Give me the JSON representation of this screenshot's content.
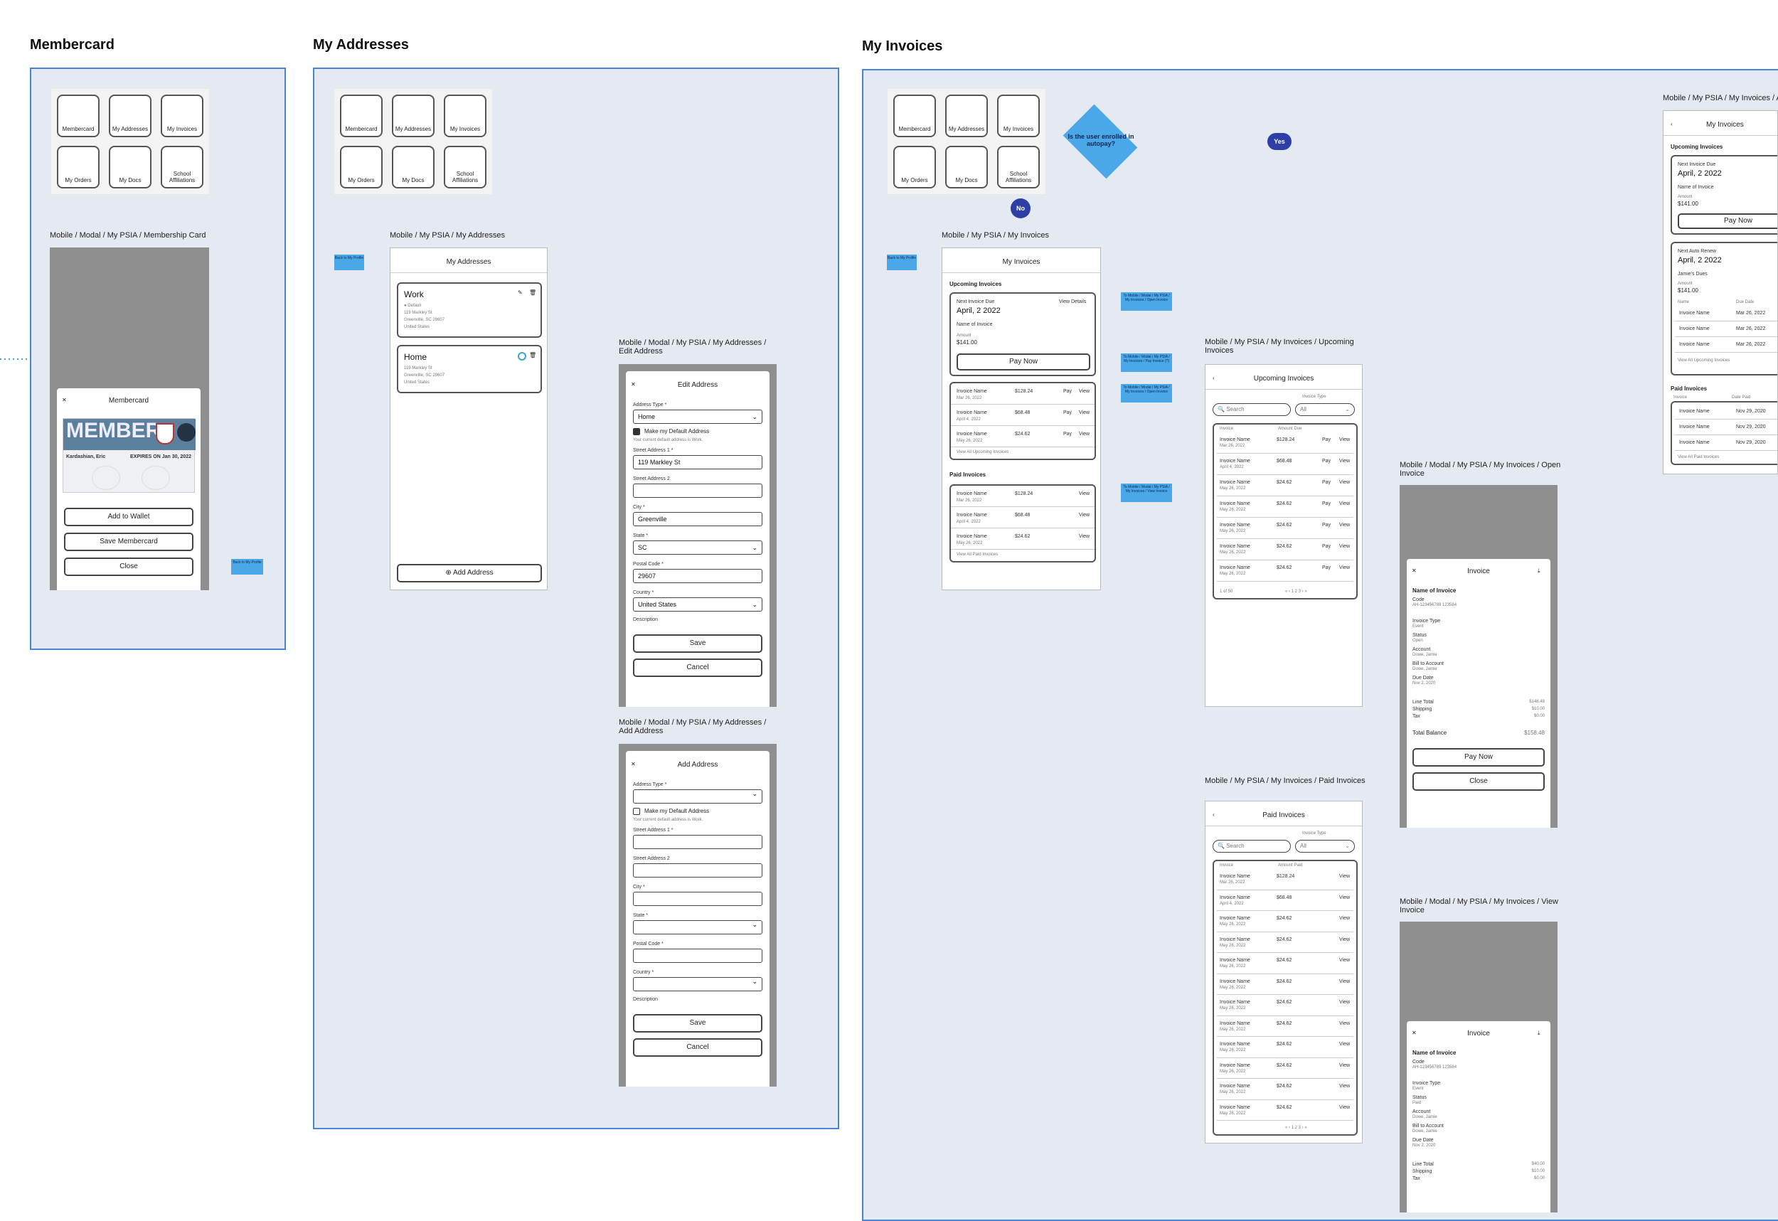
{
  "sections": {
    "membercard": "Membercard",
    "addresses": "My Addresses",
    "invoices": "My Invoices"
  },
  "tiles": [
    "Membercard",
    "My Addresses",
    "My Invoices",
    "My Orders",
    "My Docs",
    "School Affiliations"
  ],
  "membercard": {
    "path": "Mobile / Modal /  My PSIA / Membership Card",
    "modal_title": "Membercard",
    "card_word": "MEMBER",
    "expires": "EXPIRES ON Jan 30, 2022",
    "name": "Kardashian, Eric",
    "buttons": [
      "Add to Wallet",
      "Save Membercard",
      "Close"
    ],
    "sticky": "Back to My Profile"
  },
  "addresses": {
    "path": "Mobile /  My PSIA / My Addresses",
    "screen_title": "My Addresses",
    "sticky": "Back to My Profile",
    "work": {
      "title": "Work",
      "default": "Default",
      "lines": [
        "119 Markley St",
        "Greenville, SC 29607",
        "United States"
      ]
    },
    "home": {
      "title": "Home",
      "lines": [
        "119 Markley St",
        "Greenville, SC 29607",
        "United States"
      ]
    },
    "add_button": "Add Address",
    "edit": {
      "path": "Mobile / Modal / My PSIA / My Addresses / Edit Address",
      "title": "Edit Address",
      "address_type_label": "Address Type *",
      "address_type_value": "Home",
      "default_label": "Make my Default Address",
      "default_hint": "Your current default address is Work.",
      "street1_label": "Street Address 1 *",
      "street1_value": "119 Markley St",
      "street2_label": "Street Address 2",
      "city_label": "City *",
      "city_value": "Greenville",
      "state_label": "State *",
      "state_value": "SC",
      "postal_label": "Postal Code *",
      "postal_value": "29607",
      "country_label": "Country *",
      "country_value": "United States",
      "description_label": "Description",
      "save": "Save",
      "cancel": "Cancel"
    },
    "add": {
      "path": "Mobile / Modal / My PSIA / My Addresses / Add Address",
      "title": "Add Address",
      "address_type_label": "Address Type *",
      "default_label": "Make my Default Address",
      "default_hint": "Your current default address is Work.",
      "street1_label": "Street Address 1 *",
      "street2_label": "Street Address 2",
      "city_label": "City *",
      "state_label": "State *",
      "postal_label": "Postal Code *",
      "country_label": "Country *",
      "description_label": "Description",
      "save": "Save",
      "cancel": "Cancel"
    }
  },
  "invoices": {
    "decision": "Is the user enrolled in autopay?",
    "yes": "Yes",
    "no": "No",
    "path": "Mobile /  My PSIA / My Invoices",
    "screen_title": "My Invoices",
    "sticky_back": "Back to My Profile",
    "upcoming_heading": "Upcoming Invoices",
    "next_due_label": "Next Invoice Due",
    "next_due_date": "April, 2 2022",
    "view_details": "View Details",
    "name_of_invoice": "Name of Invoice",
    "amount_label": "Amount",
    "amount_value": "$141.00",
    "pay_now": "Pay Now",
    "sticky_open": "To Mobile / Modal / My PSIA / My Invoices / Open Invoice",
    "sticky_pay": "To Mobile / Modal / My PSIA / My Invoices / Pay Invoice (?)",
    "sticky_view": "To Mobile / Modal / My PSIA / My Invoices / View Invoice",
    "upcoming_rows": [
      {
        "name": "Invoice Name",
        "date": "Mar 26, 2022",
        "amount": "$128.24"
      },
      {
        "name": "Invoice Name",
        "date": "April 4, 2022",
        "amount": "$68.48"
      },
      {
        "name": "Invoice Name",
        "date": "May 26, 2022",
        "amount": "$24.62"
      }
    ],
    "view_all_upcoming": "View All Upcoming Invoices",
    "paid_heading": "Paid Invoices",
    "paid_rows": [
      {
        "name": "Invoice Name",
        "date": "Mar 26, 2022",
        "amount": "$128.24"
      },
      {
        "name": "Invoice Name",
        "date": "April 4, 2022",
        "amount": "$68.48"
      },
      {
        "name": "Invoice Name",
        "date": "May 26, 2022",
        "amount": "$24.62"
      }
    ],
    "view_all_paid": "View All Paid Invoices",
    "pay": "Pay",
    "view": "View",
    "upcoming_screen": {
      "path": "Mobile /  My PSIA / My Invoices / Upcoming Invoices",
      "title": "Upcoming Invoices",
      "search": "Search",
      "type_label": "Invoice Type",
      "type_value": "All",
      "col_invoice": "Invoice",
      "col_amount": "Amount Due",
      "rows": [
        {
          "name": "Invoice Name",
          "date": "Mar 26, 2022",
          "amount": "$128.24"
        },
        {
          "name": "Invoice Name",
          "date": "April 4, 2022",
          "amount": "$68.48"
        },
        {
          "name": "Invoice Name",
          "date": "May 26, 2022",
          "amount": "$24.62"
        },
        {
          "name": "Invoice Name",
          "date": "May 26, 2022",
          "amount": "$24.62"
        },
        {
          "name": "Invoice Name",
          "date": "May 26, 2022",
          "amount": "$24.62"
        },
        {
          "name": "Invoice Name",
          "date": "May 26, 2022",
          "amount": "$24.62"
        },
        {
          "name": "Invoice Name",
          "date": "May 26, 2022",
          "amount": "$24.62"
        }
      ],
      "pager": "1 of 50"
    },
    "paid_screen": {
      "path": "Mobile /  My PSIA / My Invoices / Paid Invoices",
      "title": "Paid Invoices",
      "search": "Search",
      "type_label": "Invoice Type",
      "type_value": "All",
      "col_invoice": "Invoice",
      "col_amount": "Amount Paid",
      "rows": [
        {
          "name": "Invoice Name",
          "date": "Mar 26, 2022",
          "amount": "$128.24"
        },
        {
          "name": "Invoice Name",
          "date": "April 4, 2022",
          "amount": "$68.48"
        },
        {
          "name": "Invoice Name",
          "date": "May 26, 2022",
          "amount": "$24.62"
        },
        {
          "name": "Invoice Name",
          "date": "May 26, 2022",
          "amount": "$24.62"
        },
        {
          "name": "Invoice Name",
          "date": "May 26, 2022",
          "amount": "$24.62"
        },
        {
          "name": "Invoice Name",
          "date": "May 26, 2022",
          "amount": "$24.62"
        },
        {
          "name": "Invoice Name",
          "date": "May 26, 2022",
          "amount": "$24.62"
        },
        {
          "name": "Invoice Name",
          "date": "May 26, 2022",
          "amount": "$24.62"
        },
        {
          "name": "Invoice Name",
          "date": "May 26, 2022",
          "amount": "$24.62"
        },
        {
          "name": "Invoice Name",
          "date": "May 26, 2022",
          "amount": "$24.62"
        },
        {
          "name": "Invoice Name",
          "date": "May 26, 2022",
          "amount": "$24.62"
        },
        {
          "name": "Invoice Name",
          "date": "May 26, 2022",
          "amount": "$24.62"
        }
      ]
    },
    "open_modal": {
      "path": "Mobile / Modal / My PSIA / My Invoices / Open Invoice",
      "title": "Invoice",
      "name": "Name of Invoice",
      "code_label": "Code",
      "code_value": "AH-123456789 123584",
      "type_label": "Invoice Type",
      "type_value": "Event",
      "status_label": "Status",
      "status_value": "Open",
      "account_label": "Account",
      "account_value": "Dowe, Jamie",
      "bill_label": "Bill to Account",
      "bill_value": "Dowe, Jamie",
      "due_label": "Due Date",
      "due_value": "Nov 2, 2020",
      "line_total_label": "Line Total",
      "line_total_value": "$148.48",
      "shipping_label": "Shipping",
      "shipping_value": "$10.00",
      "tax_label": "Tax",
      "tax_value": "$0.00",
      "total_label": "Total Balance",
      "total_value": "$158.48",
      "pay_now": "Pay Now",
      "close": "Close"
    },
    "view_modal": {
      "path": "Mobile / Modal / My PSIA / My Invoices / View Invoice",
      "title": "Invoice",
      "name": "Name of Invoice",
      "code_label": "Code",
      "code_value": "AH-123456789 123584",
      "type_label": "Invoice Type",
      "type_value": "Event",
      "status_label": "Status",
      "status_value": "Paid",
      "account_label": "Account",
      "account_value": "Dowe, Jamie",
      "bill_label": "Bill to Account",
      "bill_value": "Dowe, Jamie",
      "due_label": "Due Date",
      "due_value": "Nov 2, 2020",
      "line_total_label": "Line Total",
      "line_total_value": "$40.00",
      "shipping_label": "Shipping",
      "shipping_value": "$10.00",
      "tax_label": "Tax",
      "tax_value": "$0.00"
    },
    "autopay_screen": {
      "path": "Mobile /  My PSIA / My Invoices / A",
      "title": "My Invoices",
      "upcoming_heading": "Upcoming Invoices",
      "next_due_label": "Next Invoice Due",
      "next_due_date": "April, 2 2022",
      "name_of_invoice": "Name of Invoice",
      "amount_label": "Amount",
      "amount_value": "$141.00",
      "pay_now": "Pay Now",
      "next_renew_label": "Next Auto Renew",
      "next_renew_date": "April, 2 2022",
      "dues_label": "Jamie's Dues",
      "col_name": "Name",
      "col_due": "Due Date",
      "rows": [
        {
          "name": "Invoice Name",
          "date": "Mar 26, 2022"
        },
        {
          "name": "Invoice Name",
          "date": "Mar 26, 2022"
        },
        {
          "name": "Invoice Name",
          "date": "Mar 26, 2022"
        }
      ],
      "view_all_upcoming": "View All Upcoming Invoices",
      "paid_heading": "Paid Invoices",
      "col_invoice": "Invoice",
      "col_date_paid": "Date Paid",
      "paid_rows": [
        {
          "name": "Invoice Name",
          "date": "Nov 29, 2020"
        },
        {
          "name": "Invoice Name",
          "date": "Nov 29, 2020"
        },
        {
          "name": "Invoice Name",
          "date": "Nov 29, 2020"
        }
      ],
      "view_all_paid": "View All Paid Invoices"
    }
  },
  "colors": {
    "panel_bg": "#e4e9f2",
    "panel_border": "#4a84d8",
    "sticky": "#4aa8e8",
    "badge": "#2d3ea6",
    "connector": "#3aa0e0"
  }
}
